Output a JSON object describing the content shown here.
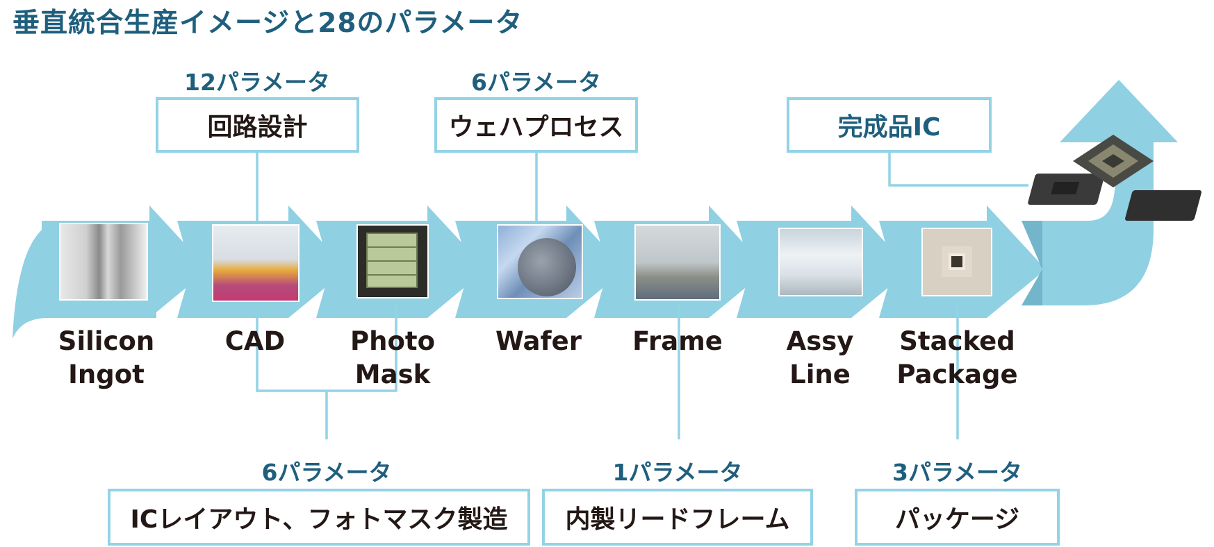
{
  "title": "垂直統合生産イメージと28のパラメータ",
  "colors": {
    "arrow": "#8fd0e3",
    "arrow_shadow": "#5aa9c2",
    "heading": "#1f5f7d",
    "box_border": "#93d3e6",
    "text": "#231815"
  },
  "stages": [
    {
      "line1": "Silicon",
      "line2": "Ingot",
      "icon": "silicon-ingot-photo"
    },
    {
      "line1": "CAD",
      "line2": "",
      "icon": "cad-office-photo"
    },
    {
      "line1": "Photo",
      "line2": "Mask",
      "icon": "photo-mask-photo"
    },
    {
      "line1": "Wafer",
      "line2": "",
      "icon": "wafer-photo"
    },
    {
      "line1": "Frame",
      "line2": "",
      "icon": "lead-frame-photo"
    },
    {
      "line1": "Assy",
      "line2": "Line",
      "icon": "assembly-line-photo"
    },
    {
      "line1": "Stacked",
      "line2": "Package",
      "icon": "stacked-package-photo"
    }
  ],
  "callouts": {
    "circuit_design": {
      "params": "12パラメータ",
      "label": "回路設計"
    },
    "wafer_process": {
      "params": "6パラメータ",
      "label": "ウェハプロセス"
    },
    "finished_ic": {
      "label": "完成品IC"
    },
    "ic_layout": {
      "params": "6パラメータ",
      "label": "ICレイアウト、フォトマスク製造"
    },
    "lead_frame": {
      "params": "1パラメータ",
      "label": "内製リードフレーム"
    },
    "package": {
      "params": "3パラメータ",
      "label": "パッケージ"
    }
  }
}
